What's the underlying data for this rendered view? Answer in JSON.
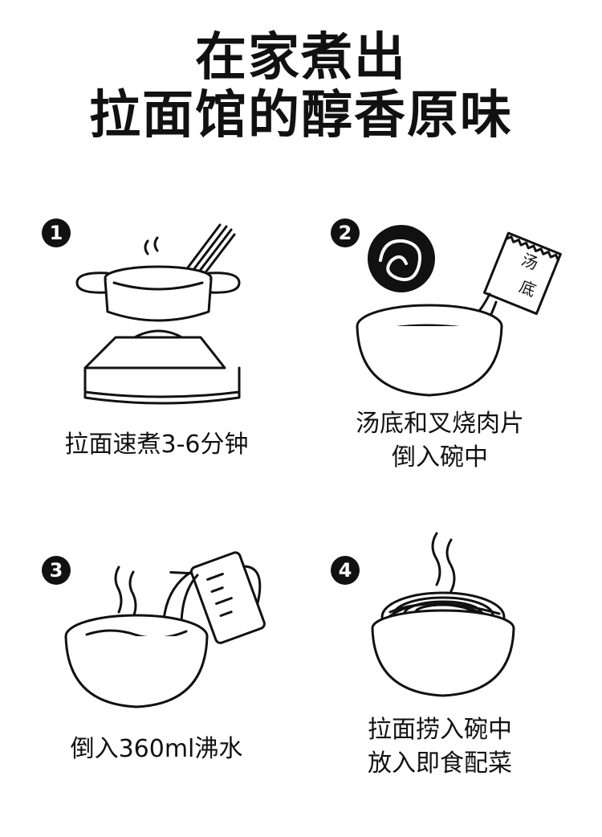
{
  "title": {
    "line1": "在家煮出",
    "line2": "拉面馆的醇香原味"
  },
  "steps": [
    {
      "number": "1",
      "caption_lines": [
        "拉面速煮3-6分钟"
      ]
    },
    {
      "number": "2",
      "caption_lines": [
        "汤底和叉烧肉片",
        "倒入碗中"
      ],
      "packet_label": [
        "汤",
        "底"
      ]
    },
    {
      "number": "3",
      "caption_lines": [
        "倒入360ml沸水"
      ]
    },
    {
      "number": "4",
      "caption_lines": [
        "拉面捞入碗中",
        "放入即食配菜"
      ]
    }
  ],
  "colors": {
    "ink": "#111111",
    "background": "#ffffff"
  }
}
